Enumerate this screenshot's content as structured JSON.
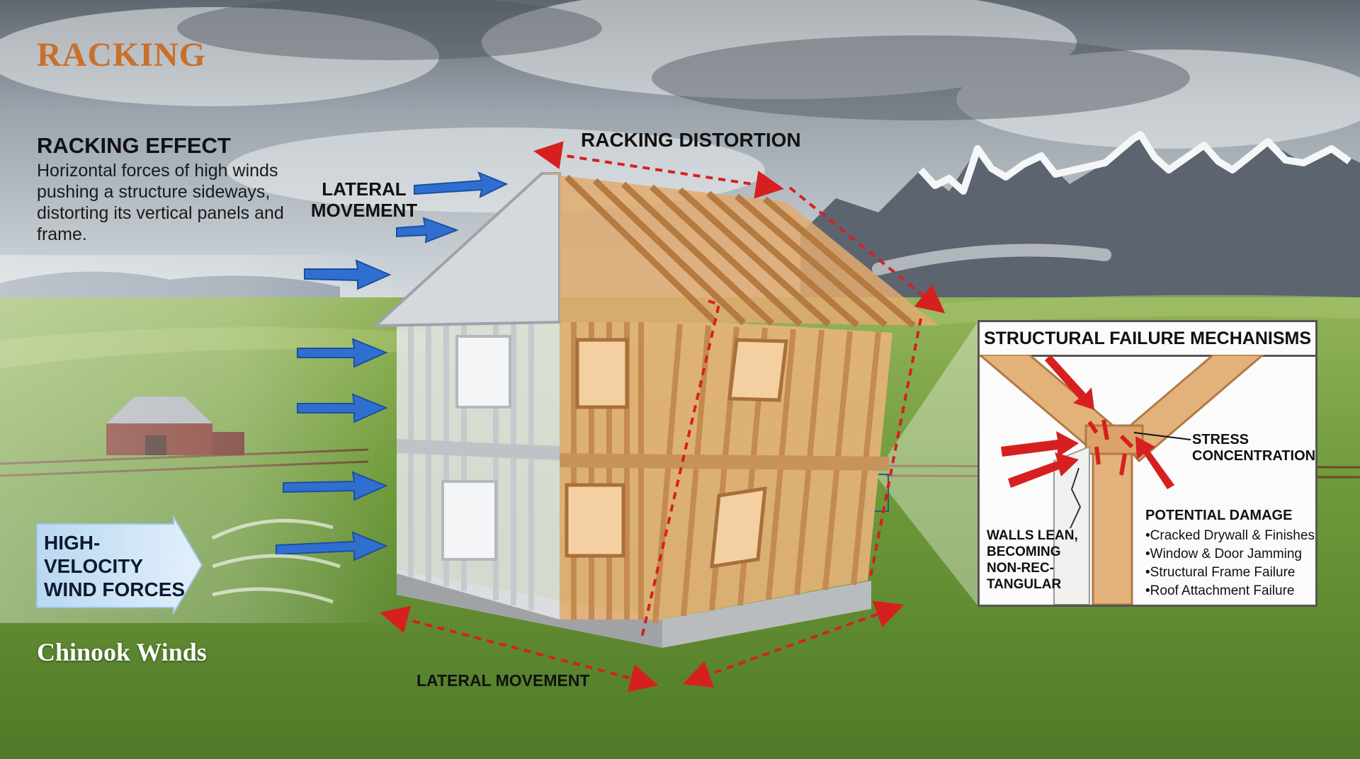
{
  "title": "RACKING",
  "effect": {
    "heading": "RACKING EFFECT",
    "description": "Horizontal forces of high winds pushing a structure sideways, distorting its vertical panels and frame."
  },
  "labels": {
    "lateral_movement_top": "LATERAL MOVEMENT",
    "racking_distortion": "RACKING DISTORTION",
    "lateral_movement_bottom": "LATERAL MOVEMENT",
    "wind_line1": "HIGH-VELOCITY",
    "wind_line2": "WIND FORCES"
  },
  "footer": "Chinook Winds",
  "panel": {
    "title": "STRUCTURAL FAILURE MECHANISMS",
    "stress_line1": "STRESS",
    "stress_line2": "CONCENTRATIONS",
    "walls_line1": "WALLS LEAN,",
    "walls_line2": "BECOMING",
    "walls_line3": "NON-REC-",
    "walls_line4": "TANGULAR",
    "damage_heading": "POTENTIAL DAMAGE",
    "damage_items": [
      "Cracked Drywall & Finishes",
      "Window & Door Jamming",
      "Structural Frame Failure",
      "Roof Attachment Failure"
    ]
  },
  "colors": {
    "title": "#c8702a",
    "wind_arrow": "#2f6fd0",
    "distortion": "#d62020",
    "lumber": "#d9a066",
    "steel_frame": "#d0d3d8",
    "grass": "#6e9a3c",
    "wind_box": "#cde3f5"
  }
}
